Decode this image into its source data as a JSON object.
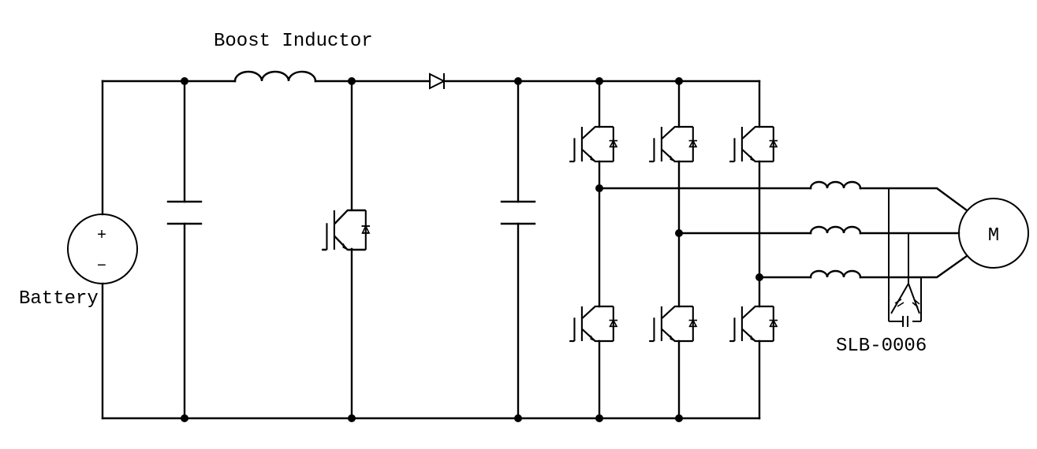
{
  "labels": {
    "boost_inductor": "Boost Inductor",
    "battery": "Battery",
    "battery_plus": "+",
    "battery_minus": "−",
    "motor": "M",
    "slb_part": "SLB-0006"
  },
  "colors": {
    "wire": "#000000",
    "background": "#ffffff"
  }
}
